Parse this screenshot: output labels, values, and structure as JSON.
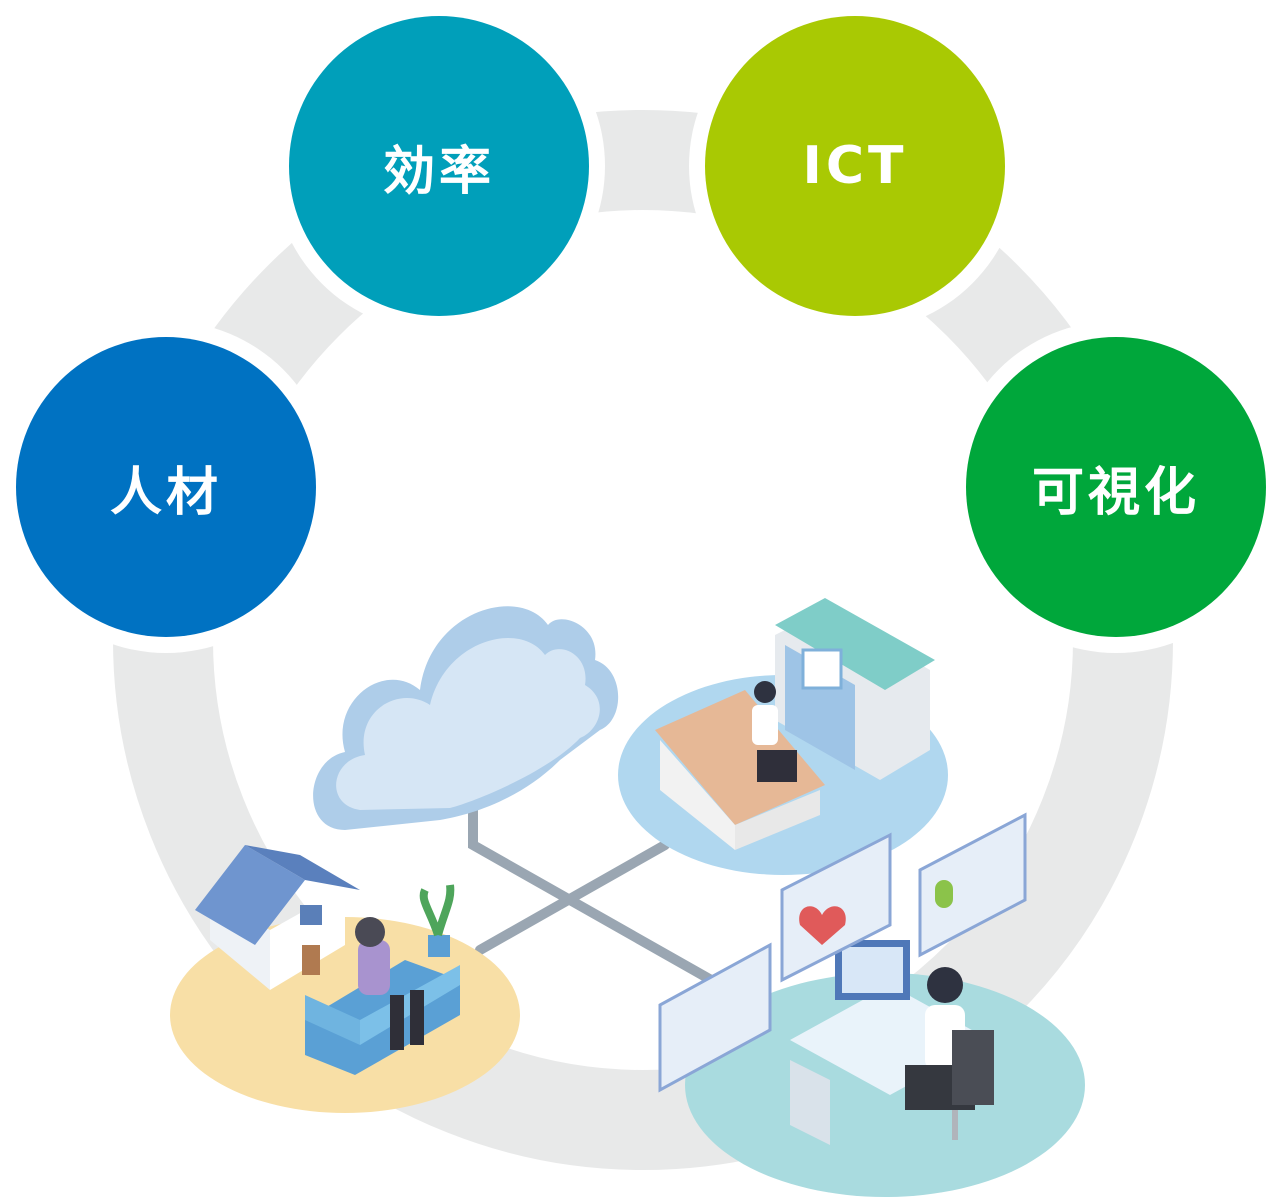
{
  "nodes": {
    "jinzai": {
      "label": "人材",
      "color": "#0072c2"
    },
    "kouritsu": {
      "label": "効率",
      "color": "#009fba"
    },
    "ict": {
      "label": "ICT",
      "color": "#a9c903"
    },
    "kashika": {
      "label": "可視化",
      "color": "#00a73b"
    }
  },
  "colors": {
    "ring": "#e8e9e9",
    "cloud": "#b5d3ee",
    "network_line": "#9aa6b2",
    "home_platform": "#f8dfa6",
    "clinic_platform": "#b0d7ef",
    "office_platform": "#a9dbdf"
  },
  "scenes": [
    "home-icon",
    "cloud-icon",
    "clinic-icon",
    "telemedicine-office-icon"
  ]
}
